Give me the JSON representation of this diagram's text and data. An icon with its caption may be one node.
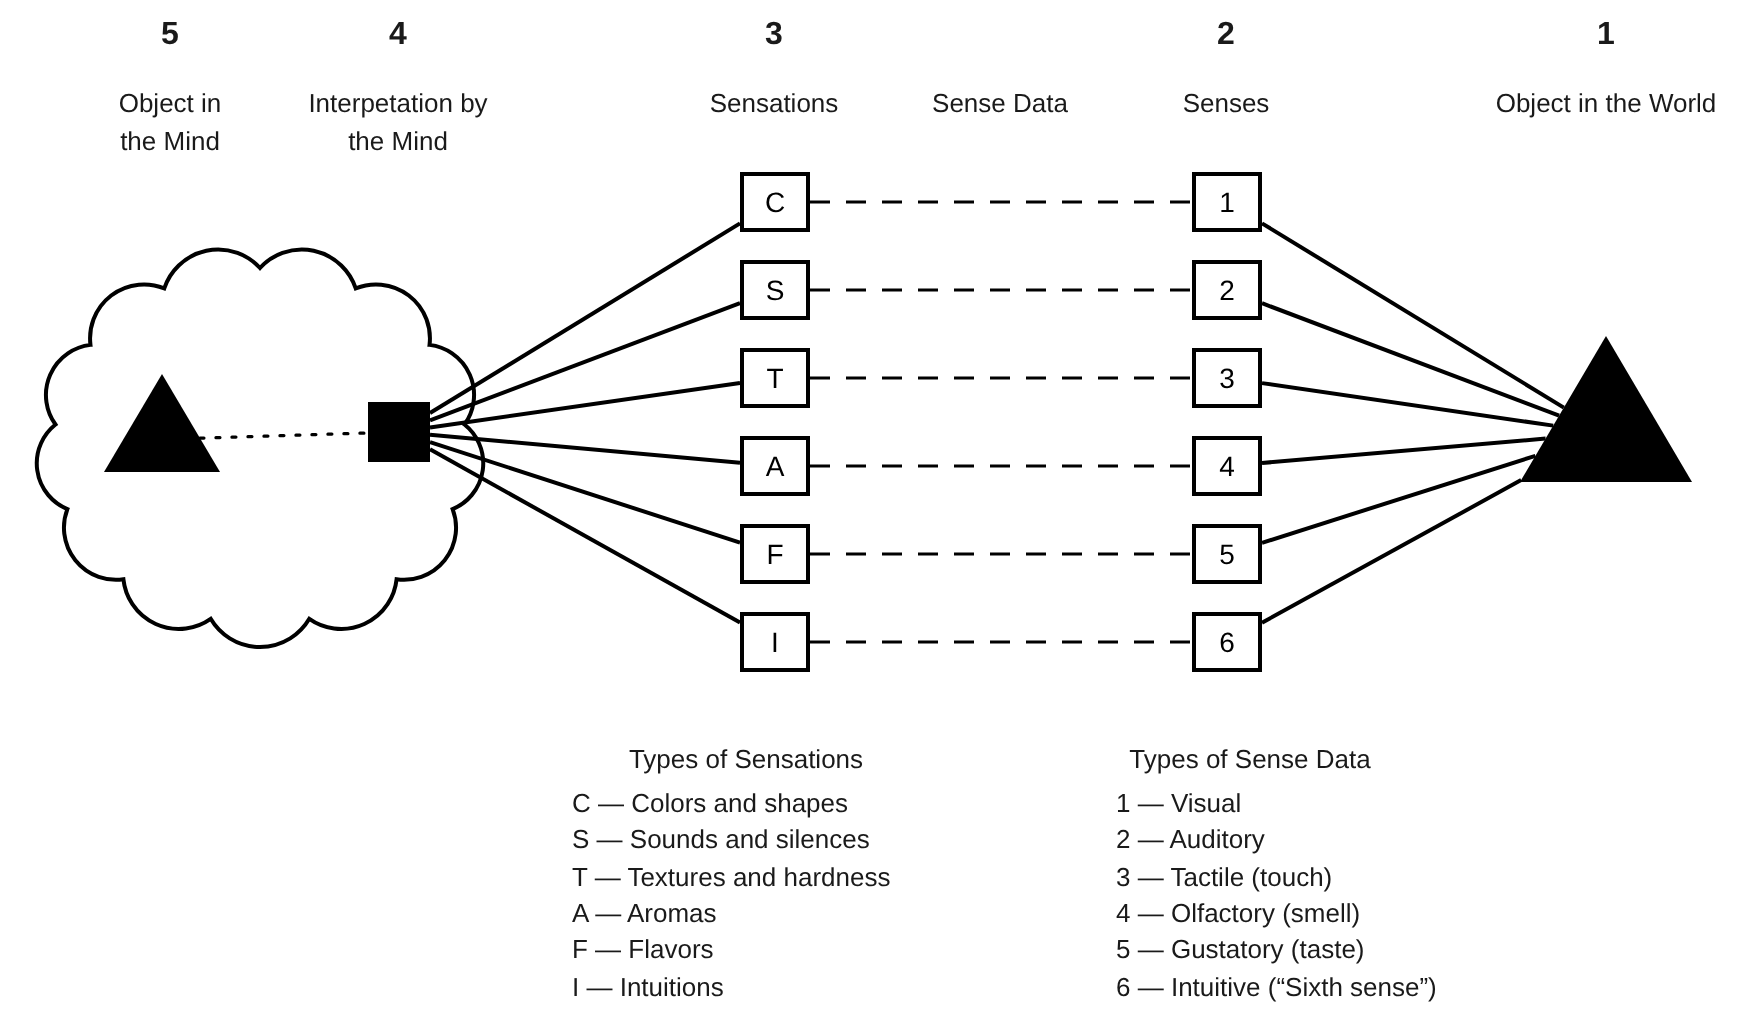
{
  "diagram": {
    "nodes": [
      {
        "text": [],
        "shape": "cloud"
      },
      {
        "text": [],
        "shape": "triangle",
        "in": 0
      },
      {
        "text": [],
        "shape": "box",
        "in": 0
      },
      {
        "text": [
          "C"
        ]
      },
      {
        "text": [
          "S"
        ]
      },
      {
        "text": [
          "T"
        ]
      },
      {
        "text": [
          "A"
        ]
      },
      {
        "text": [
          "F"
        ]
      },
      {
        "text": [
          "I"
        ]
      },
      {
        "text": [
          "1"
        ]
      },
      {
        "text": [
          "2"
        ]
      },
      {
        "text": [
          "3"
        ]
      },
      {
        "text": [
          "4"
        ]
      },
      {
        "text": [
          "5"
        ]
      },
      {
        "text": [
          "6"
        ]
      },
      {
        "text": [],
        "shape": "triangle"
      }
    ],
    "edges": [
      {
        "from": 1,
        "to": 2,
        "arrow": "none",
        "style": "dashed"
      },
      {
        "from": 2,
        "to": 3,
        "arrow": "none"
      },
      {
        "from": 2,
        "to": 4,
        "arrow": "none"
      },
      {
        "from": 2,
        "to": 5,
        "arrow": "none"
      },
      {
        "from": 2,
        "to": 6,
        "arrow": "none"
      },
      {
        "from": 2,
        "to": 7,
        "arrow": "none"
      },
      {
        "from": 2,
        "to": 8,
        "arrow": "none"
      },
      {
        "from": 3,
        "to": 9,
        "arrow": "none",
        "style": "dashed"
      },
      {
        "from": 4,
        "to": 10,
        "arrow": "none",
        "style": "dashed"
      },
      {
        "from": 5,
        "to": 11,
        "arrow": "none",
        "style": "dashed"
      },
      {
        "from": 6,
        "to": 12,
        "arrow": "none",
        "style": "dashed"
      },
      {
        "from": 7,
        "to": 13,
        "arrow": "none",
        "style": "dashed"
      },
      {
        "from": 8,
        "to": 14,
        "arrow": "none",
        "style": "dashed"
      },
      {
        "from": 9,
        "to": 15,
        "arrow": "none"
      },
      {
        "from": 10,
        "to": 15,
        "arrow": "none"
      },
      {
        "from": 11,
        "to": 15,
        "arrow": "none"
      },
      {
        "from": 12,
        "to": 15,
        "arrow": "none"
      },
      {
        "from": 13,
        "to": 15,
        "arrow": "none"
      },
      {
        "from": 14,
        "to": 15,
        "arrow": "none"
      }
    ],
    "labels": [
      "5",
      "4",
      "3",
      "2",
      "1",
      "Object in the Mind",
      "Interpetation by the Mind",
      "Sensations",
      "Sense Data",
      "Senses",
      "Object in the World",
      "Types of Sensations",
      "Types of Sense Data",
      "C — Colors and shapes",
      "1 — Visual",
      "S — Sounds and silences",
      "2 — Auditory",
      "T — Textures and hardness",
      "3 — Tactile (touch)",
      "A — Aromas",
      "4 — Olfactory (smell)",
      "F — Flavors",
      "5 — Gustatory (taste)",
      "I — Intuitions",
      "6 — Intuitive (“Sixth sense”)"
    ]
  }
}
